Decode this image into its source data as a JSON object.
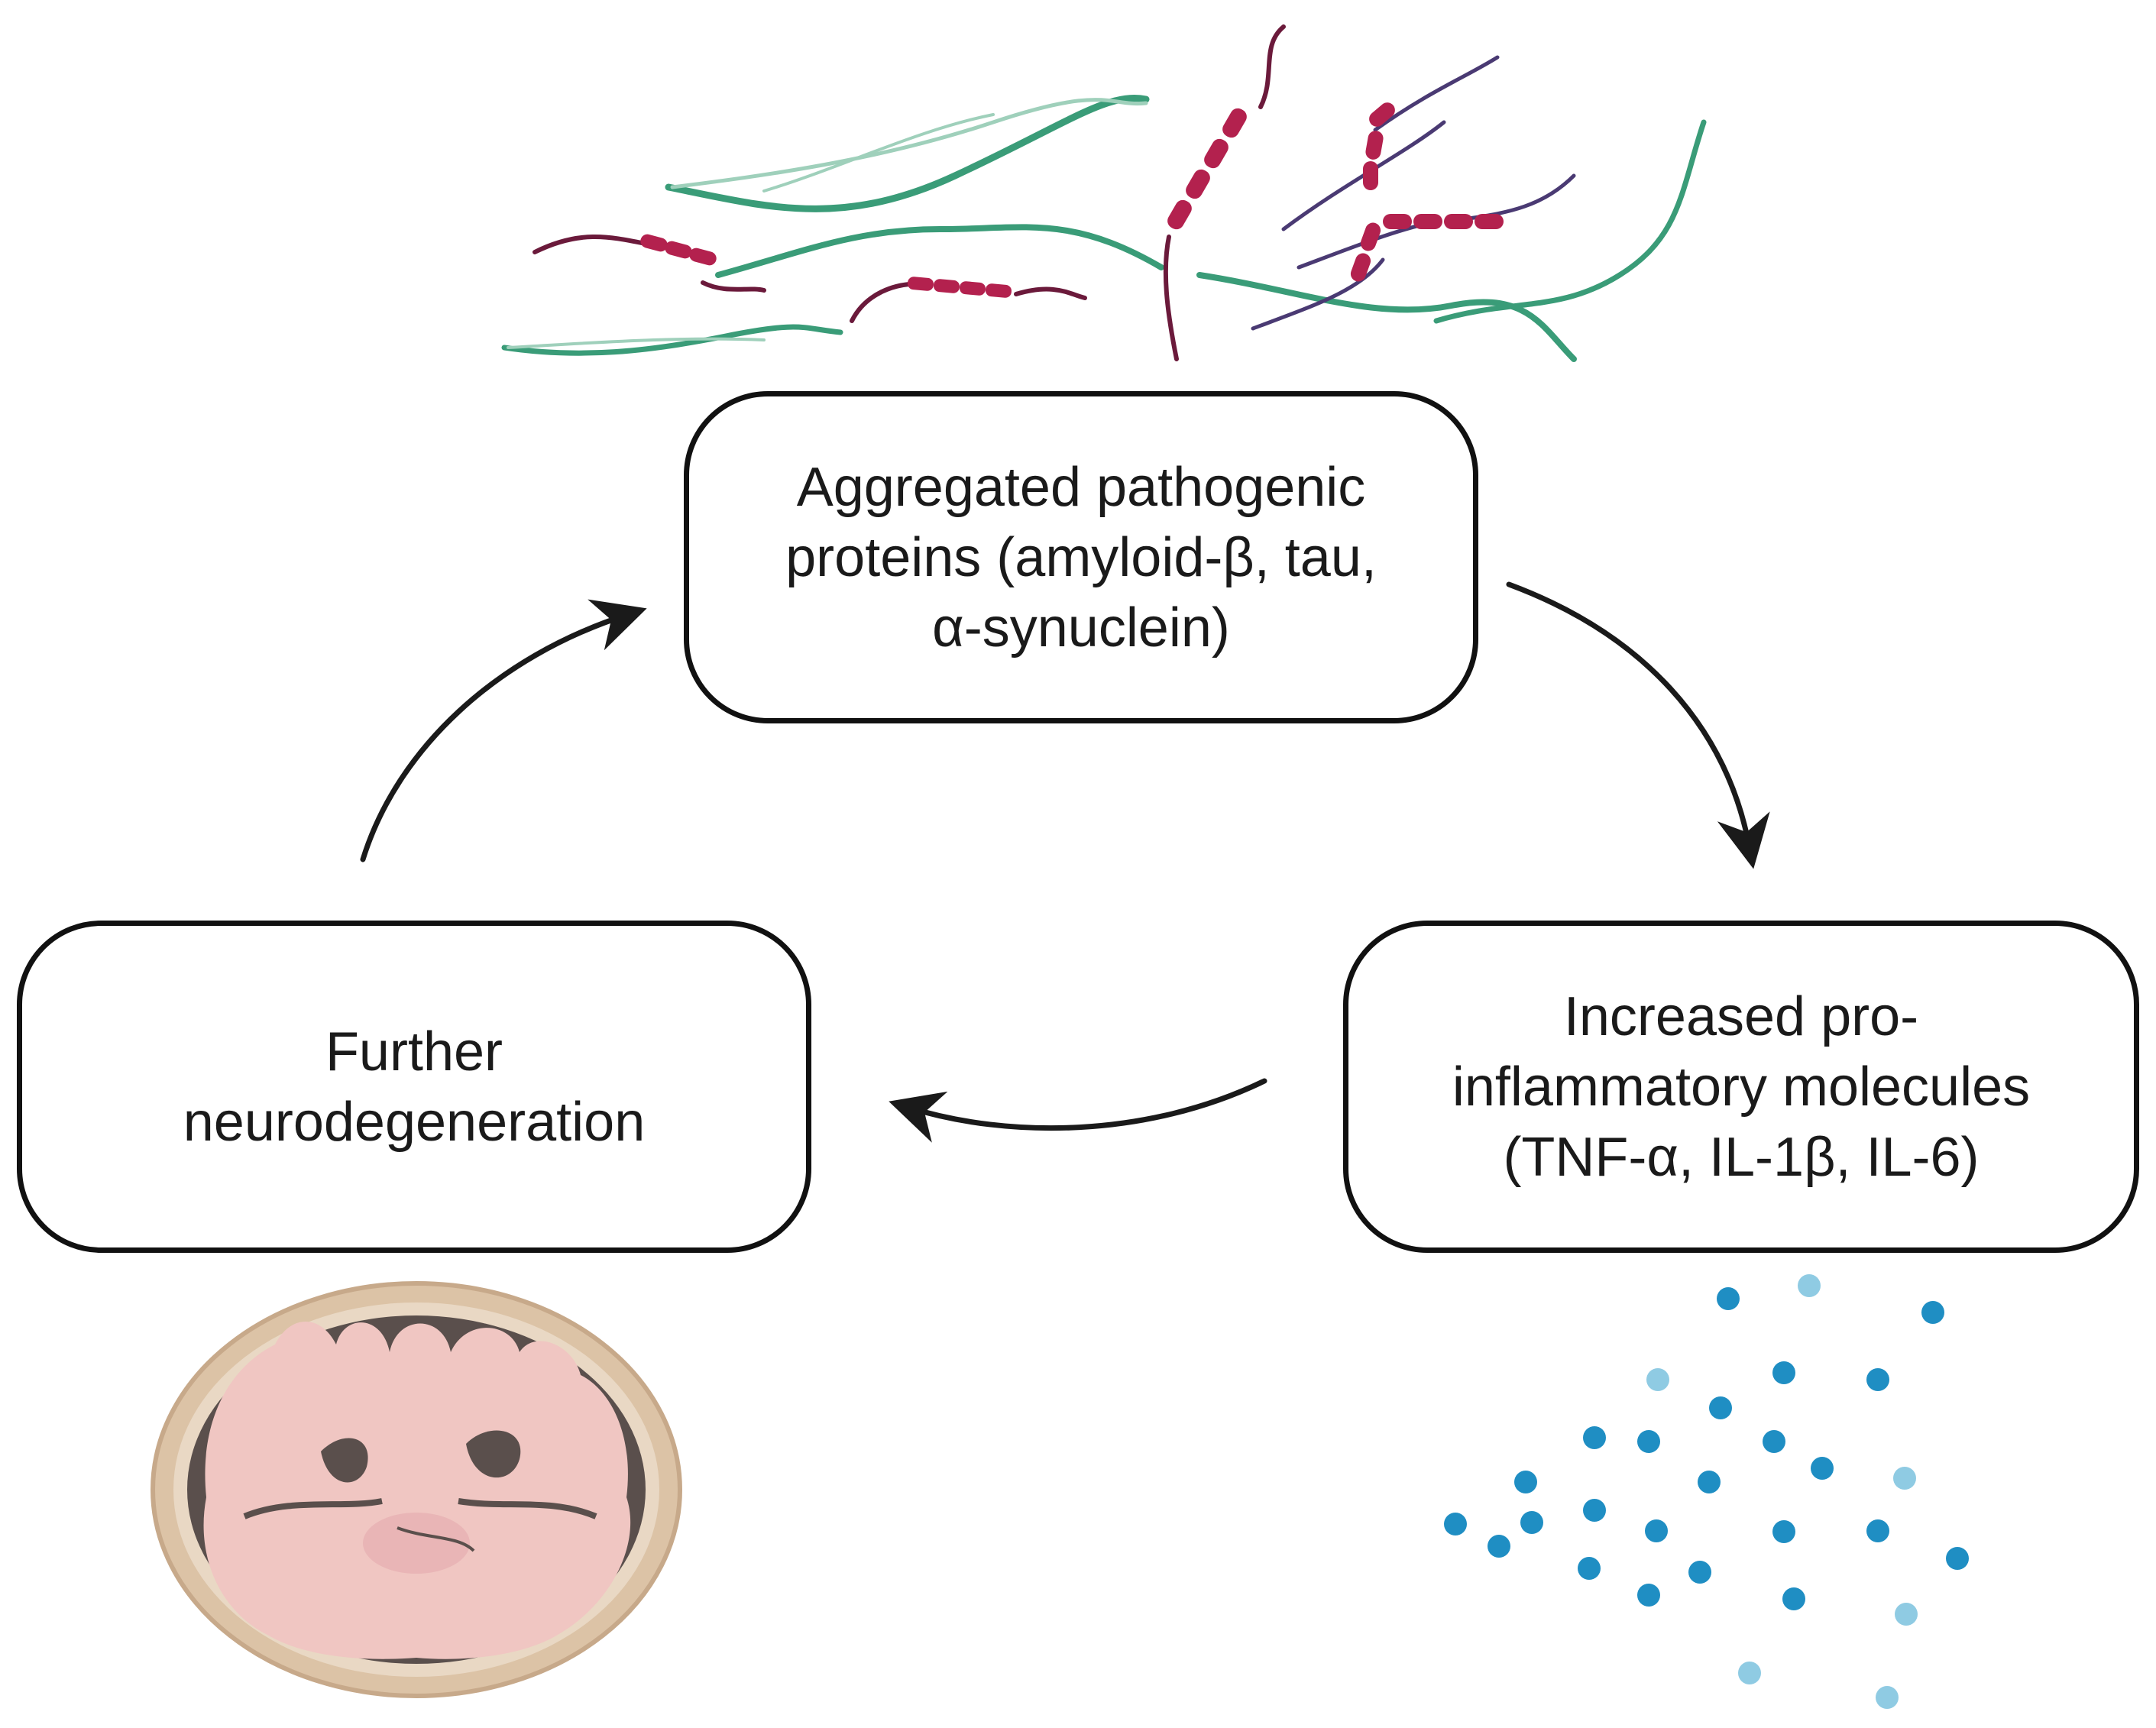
{
  "boxes": {
    "top": {
      "text": "Aggregated pathogenic\nproteins (amyloid-β, tau,\nα-synuclein)"
    },
    "right": {
      "text": "Increased pro-\ninflammatory molecules\n(TNF-α, IL-1β, IL-6)"
    },
    "left": {
      "text": "Further\nneurodegeneration"
    }
  },
  "colors": {
    "box_border": "#111111",
    "arrow": "#1a1a1a",
    "fibril_green": "#3a9c78",
    "fibril_green_light": "#9fd0bb",
    "protein_red": "#b3214e",
    "protein_dark": "#6b1a3b",
    "tau_purple": "#4a3a73",
    "cytokine_blue": "#1f8ec3",
    "cytokine_light": "#8fcbe3",
    "skull": "#dcc3a6",
    "brain_pink": "#f0c6c2",
    "brain_dark": "#5a4f4c"
  },
  "icons": [
    "protein-fibrils-icon",
    "cytokine-molecules-icon",
    "atrophied-brain-icon"
  ]
}
